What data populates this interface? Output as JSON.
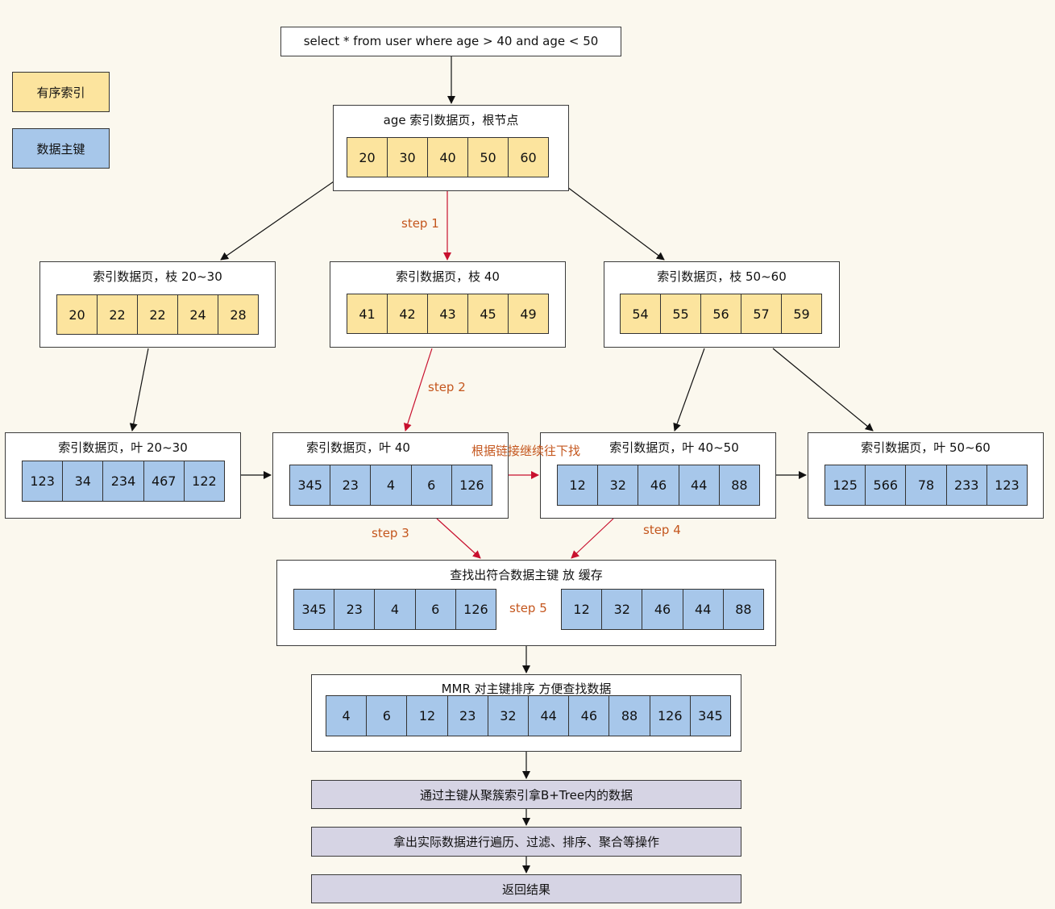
{
  "query": "select * from user where age > 40 and age <  50",
  "legend": {
    "ordered_index": "有序索引",
    "primary_key": "数据主键"
  },
  "root": {
    "title": "age 索引数据页，根节点",
    "values": [
      "20",
      "30",
      "40",
      "50",
      "60"
    ]
  },
  "branches": [
    {
      "title": "索引数据页，枝 20~30",
      "values": [
        "20",
        "22",
        "22",
        "24",
        "28"
      ]
    },
    {
      "title": "索引数据页，枝 40",
      "values": [
        "41",
        "42",
        "43",
        "45",
        "49"
      ]
    },
    {
      "title": "索引数据页，枝 50~60",
      "values": [
        "54",
        "55",
        "56",
        "57",
        "59"
      ]
    }
  ],
  "leaves": [
    {
      "title": "索引数据页，叶 20~30",
      "values": [
        "123",
        "34",
        "234",
        "467",
        "122"
      ]
    },
    {
      "title": "索引数据页，叶 40",
      "values": [
        "345",
        "23",
        "4",
        "6",
        "126"
      ]
    },
    {
      "title": "索引数据页，叶  40~50",
      "values": [
        "12",
        "32",
        "46",
        "44",
        "88"
      ]
    },
    {
      "title": "索引数据页，叶  50~60",
      "values": [
        "125",
        "566",
        "78",
        "233",
        "123"
      ]
    }
  ],
  "link_note": "根据链接继续往下找",
  "steps": {
    "s1": "step 1",
    "s2": "step 2",
    "s3": "step 3",
    "s4": "step 4",
    "s5": "step 5"
  },
  "cache": {
    "title": "查找出符合数据主键 放 缓存",
    "left": [
      "345",
      "23",
      "4",
      "6",
      "126"
    ],
    "right": [
      "12",
      "32",
      "46",
      "44",
      "88"
    ]
  },
  "mrr": {
    "title": "MMR 对主键排序 方便查找数据",
    "values": [
      "4",
      "6",
      "12",
      "23",
      "32",
      "44",
      "46",
      "88",
      "126",
      "345"
    ]
  },
  "actions": [
    "通过主键从聚簇索引拿B+Tree内的数据",
    "拿出实际数据进行遍历、过滤、排序、聚合等操作",
    "返回结果"
  ],
  "colors": {
    "ordered": "#fce49e",
    "key": "#a7c7ea",
    "step": "#c4561d",
    "action": "#d6d4e4"
  }
}
